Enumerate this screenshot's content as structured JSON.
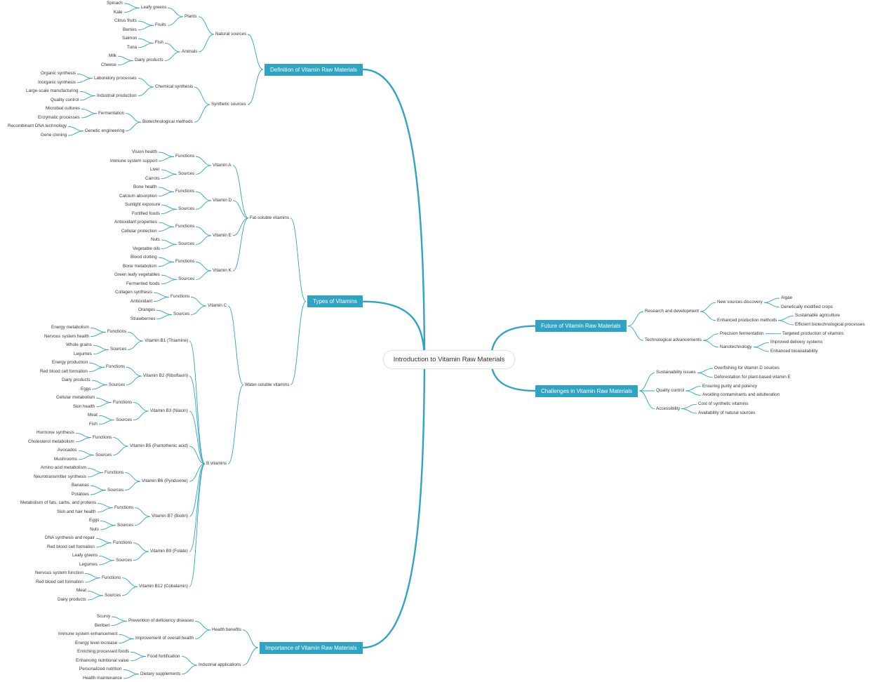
{
  "accent_color": "#2fa3c3",
  "root": {
    "label": "Introduction to Vitamin Raw Materials"
  },
  "left": [
    {
      "label": "Definition of Vitamin Raw Materials",
      "children": [
        {
          "label": "Natural sources",
          "children": [
            {
              "label": "Plants",
              "children": [
                {
                  "label": "Leafy greens",
                  "children": [
                    {
                      "label": "Spinach"
                    },
                    {
                      "label": "Kale"
                    }
                  ]
                },
                {
                  "label": "Fruits",
                  "children": [
                    {
                      "label": "Citrus fruits"
                    },
                    {
                      "label": "Berries"
                    }
                  ]
                }
              ]
            },
            {
              "label": "Animals",
              "children": [
                {
                  "label": "Fish",
                  "children": [
                    {
                      "label": "Salmon"
                    },
                    {
                      "label": "Tuna"
                    }
                  ]
                },
                {
                  "label": "Dairy products",
                  "children": [
                    {
                      "label": "Milk"
                    },
                    {
                      "label": "Cheese"
                    }
                  ]
                }
              ]
            }
          ]
        },
        {
          "label": "Synthetic sources",
          "children": [
            {
              "label": "Chemical synthesis",
              "children": [
                {
                  "label": "Laboratory processes",
                  "children": [
                    {
                      "label": "Organic synthesis"
                    },
                    {
                      "label": "Inorganic synthesis"
                    }
                  ]
                },
                {
                  "label": "Industrial production",
                  "children": [
                    {
                      "label": "Large-scale manufacturing"
                    },
                    {
                      "label": "Quality control"
                    }
                  ]
                }
              ]
            },
            {
              "label": "Biotechnological methods",
              "children": [
                {
                  "label": "Fermentation",
                  "children": [
                    {
                      "label": "Microbial cultures"
                    },
                    {
                      "label": "Enzymatic processes"
                    }
                  ]
                },
                {
                  "label": "Genetic engineering",
                  "children": [
                    {
                      "label": "Recombinant DNA technology"
                    },
                    {
                      "label": "Gene cloning"
                    }
                  ]
                }
              ]
            }
          ]
        }
      ]
    },
    {
      "label": "Types of Vitamins",
      "children": [
        {
          "label": "Fat-soluble vitamins",
          "children": [
            {
              "label": "Vitamin A",
              "children": [
                {
                  "label": "Functions",
                  "children": [
                    {
                      "label": "Vision health"
                    },
                    {
                      "label": "Immune system support"
                    }
                  ]
                },
                {
                  "label": "Sources",
                  "children": [
                    {
                      "label": "Liver"
                    },
                    {
                      "label": "Carrots"
                    }
                  ]
                }
              ]
            },
            {
              "label": "Vitamin D",
              "children": [
                {
                  "label": "Functions",
                  "children": [
                    {
                      "label": "Bone health"
                    },
                    {
                      "label": "Calcium absorption"
                    }
                  ]
                },
                {
                  "label": "Sources",
                  "children": [
                    {
                      "label": "Sunlight exposure"
                    },
                    {
                      "label": "Fortified foods"
                    }
                  ]
                }
              ]
            },
            {
              "label": "Vitamin E",
              "children": [
                {
                  "label": "Functions",
                  "children": [
                    {
                      "label": "Antioxidant properties"
                    },
                    {
                      "label": "Cellular protection"
                    }
                  ]
                },
                {
                  "label": "Sources",
                  "children": [
                    {
                      "label": "Nuts"
                    },
                    {
                      "label": "Vegetable oils"
                    }
                  ]
                }
              ]
            },
            {
              "label": "Vitamin K",
              "children": [
                {
                  "label": "Functions",
                  "children": [
                    {
                      "label": "Blood clotting"
                    },
                    {
                      "label": "Bone metabolism"
                    }
                  ]
                },
                {
                  "label": "Sources",
                  "children": [
                    {
                      "label": "Green leafy vegetables"
                    },
                    {
                      "label": "Fermented foods"
                    }
                  ]
                }
              ]
            }
          ]
        },
        {
          "label": "Water-soluble vitamins",
          "children": [
            {
              "label": "Vitamin C",
              "children": [
                {
                  "label": "Functions",
                  "children": [
                    {
                      "label": "Collagen synthesis"
                    },
                    {
                      "label": "Antioxidant"
                    }
                  ]
                },
                {
                  "label": "Sources",
                  "children": [
                    {
                      "label": "Oranges"
                    },
                    {
                      "label": "Strawberries"
                    }
                  ]
                }
              ]
            },
            {
              "label": "B vitamins",
              "children": [
                {
                  "label": "Vitamin B1 (Thiamine)",
                  "children": [
                    {
                      "label": "Functions",
                      "children": [
                        {
                          "label": "Energy metabolism"
                        },
                        {
                          "label": "Nervous system health"
                        }
                      ]
                    },
                    {
                      "label": "Sources",
                      "children": [
                        {
                          "label": "Whole grains"
                        },
                        {
                          "label": "Legumes"
                        }
                      ]
                    }
                  ]
                },
                {
                  "label": "Vitamin B2 (Riboflavin)",
                  "children": [
                    {
                      "label": "Functions",
                      "children": [
                        {
                          "label": "Energy production"
                        },
                        {
                          "label": "Red blood cell formation"
                        }
                      ]
                    },
                    {
                      "label": "Sources",
                      "children": [
                        {
                          "label": "Dairy products"
                        },
                        {
                          "label": "Eggs"
                        }
                      ]
                    }
                  ]
                },
                {
                  "label": "Vitamin B3 (Niacin)",
                  "children": [
                    {
                      "label": "Functions",
                      "children": [
                        {
                          "label": "Cellular metabolism"
                        },
                        {
                          "label": "Skin health"
                        }
                      ]
                    },
                    {
                      "label": "Sources",
                      "children": [
                        {
                          "label": "Meat"
                        },
                        {
                          "label": "Fish"
                        }
                      ]
                    }
                  ]
                },
                {
                  "label": "Vitamin B5 (Pantothenic acid)",
                  "children": [
                    {
                      "label": "Functions",
                      "children": [
                        {
                          "label": "Hormone synthesis"
                        },
                        {
                          "label": "Cholesterol metabolism"
                        }
                      ]
                    },
                    {
                      "label": "Sources",
                      "children": [
                        {
                          "label": "Avocados"
                        },
                        {
                          "label": "Mushrooms"
                        }
                      ]
                    }
                  ]
                },
                {
                  "label": "Vitamin B6 (Pyridoxine)",
                  "children": [
                    {
                      "label": "Functions",
                      "children": [
                        {
                          "label": "Amino acid metabolism"
                        },
                        {
                          "label": "Neurotransmitter synthesis"
                        }
                      ]
                    },
                    {
                      "label": "Sources",
                      "children": [
                        {
                          "label": "Bananas"
                        },
                        {
                          "label": "Potatoes"
                        }
                      ]
                    }
                  ]
                },
                {
                  "label": "Vitamin B7 (Biotin)",
                  "children": [
                    {
                      "label": "Functions",
                      "children": [
                        {
                          "label": "Metabolism of fats, carbs, and proteins"
                        },
                        {
                          "label": "Skin and hair health"
                        }
                      ]
                    },
                    {
                      "label": "Sources",
                      "children": [
                        {
                          "label": "Eggs"
                        },
                        {
                          "label": "Nuts"
                        }
                      ]
                    }
                  ]
                },
                {
                  "label": "Vitamin B9 (Folate)",
                  "children": [
                    {
                      "label": "Functions",
                      "children": [
                        {
                          "label": "DNA synthesis and repair"
                        },
                        {
                          "label": "Red blood cell formation"
                        }
                      ]
                    },
                    {
                      "label": "Sources",
                      "children": [
                        {
                          "label": "Leafy greens"
                        },
                        {
                          "label": "Legumes"
                        }
                      ]
                    }
                  ]
                },
                {
                  "label": "Vitamin B12 (Cobalamin)",
                  "children": [
                    {
                      "label": "Functions",
                      "children": [
                        {
                          "label": "Nervous system function"
                        },
                        {
                          "label": "Red blood cell formation"
                        }
                      ]
                    },
                    {
                      "label": "Sources",
                      "children": [
                        {
                          "label": "Meat"
                        },
                        {
                          "label": "Dairy products"
                        }
                      ]
                    }
                  ]
                }
              ]
            }
          ]
        }
      ]
    },
    {
      "label": "Importance of Vitamin Raw Materials",
      "children": [
        {
          "label": "Health benefits",
          "children": [
            {
              "label": "Prevention of deficiency diseases",
              "children": [
                {
                  "label": "Scurvy"
                },
                {
                  "label": "Beriberi"
                }
              ]
            },
            {
              "label": "Improvement of overall health",
              "children": [
                {
                  "label": "Immune system enhancement"
                },
                {
                  "label": "Energy level increase"
                }
              ]
            }
          ]
        },
        {
          "label": "Industrial applications",
          "children": [
            {
              "label": "Food fortification",
              "children": [
                {
                  "label": "Enriching processed foods"
                },
                {
                  "label": "Enhancing nutritional value"
                }
              ]
            },
            {
              "label": "Dietary supplements",
              "children": [
                {
                  "label": "Personalized nutrition"
                },
                {
                  "label": "Health maintenance"
                }
              ]
            }
          ]
        }
      ]
    }
  ],
  "right": [
    {
      "label": "Future of Vitamin Raw Materials",
      "children": [
        {
          "label": "Research and development",
          "children": [
            {
              "label": "New sources discovery",
              "children": [
                {
                  "label": "Algae"
                },
                {
                  "label": "Genetically modified crops"
                }
              ]
            },
            {
              "label": "Enhanced production methods",
              "children": [
                {
                  "label": "Sustainable agriculture"
                },
                {
                  "label": "Efficient biotechnological processes"
                }
              ]
            }
          ]
        },
        {
          "label": "Technological advancements",
          "children": [
            {
              "label": "Precision fermentation",
              "children": [
                {
                  "label": "Targeted production of vitamins"
                }
              ]
            },
            {
              "label": "Nanotechnology",
              "children": [
                {
                  "label": "Improved delivery systems"
                },
                {
                  "label": "Enhanced bioavailability"
                }
              ]
            }
          ]
        }
      ]
    },
    {
      "label": "Challenges in Vitamin Raw Materials",
      "children": [
        {
          "label": "Sustainability issues",
          "children": [
            {
              "label": "Overfishing for vitamin D sources"
            },
            {
              "label": "Deforestation for plant-based vitamin E"
            }
          ]
        },
        {
          "label": "Quality control",
          "children": [
            {
              "label": "Ensuring purity and potency"
            },
            {
              "label": "Avoiding contaminants and adulteration"
            }
          ]
        },
        {
          "label": "Accessibility",
          "children": [
            {
              "label": "Cost of synthetic vitamins"
            },
            {
              "label": "Availability of natural sources"
            }
          ]
        }
      ]
    }
  ]
}
